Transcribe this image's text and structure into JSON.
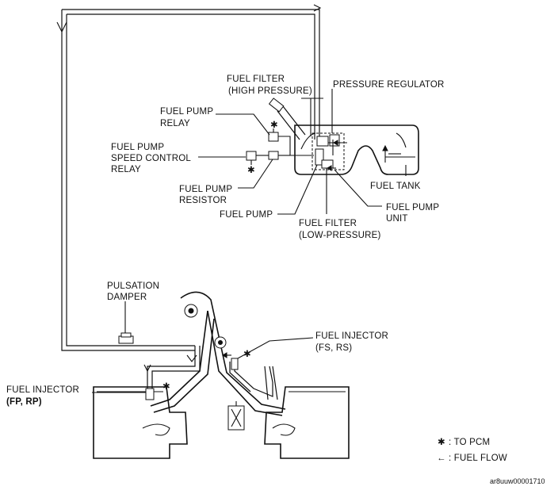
{
  "labels": {
    "fuel_filter_high_1": "FUEL FILTER",
    "fuel_filter_high_2": "(HIGH PRESSURE)",
    "pressure_regulator": "PRESSURE REGULATOR",
    "fuel_pump_relay_1": "FUEL PUMP",
    "fuel_pump_relay_2": "RELAY",
    "speed_control_1": "FUEL PUMP",
    "speed_control_2": "SPEED CONTROL",
    "speed_control_3": "RELAY",
    "resistor_1": "FUEL PUMP",
    "resistor_2": "RESISTOR",
    "fuel_pump": "FUEL PUMP",
    "fuel_tank": "FUEL TANK",
    "fuel_pump_unit_1": "FUEL PUMP",
    "fuel_pump_unit_2": "UNIT",
    "fuel_filter_low_1": "FUEL FILTER",
    "fuel_filter_low_2": "(LOW-PRESSURE)",
    "pulsation_damper_1": "PULSATION",
    "pulsation_damper_2": "DAMPER",
    "injector_fs_rs_1": "FUEL INJECTOR",
    "injector_fs_rs_2": "(FS, RS)",
    "injector_fp_rp_1": "FUEL INJECTOR",
    "injector_fp_rp_2": "(FP, RP)"
  },
  "legend": {
    "pcm_symbol": "✱",
    "pcm_text": ": TO PCM",
    "flow_symbol": "←",
    "flow_text": ": FUEL FLOW"
  },
  "markers": {
    "asterisk": "✱"
  },
  "figure_code": "ar8uuw00001710"
}
